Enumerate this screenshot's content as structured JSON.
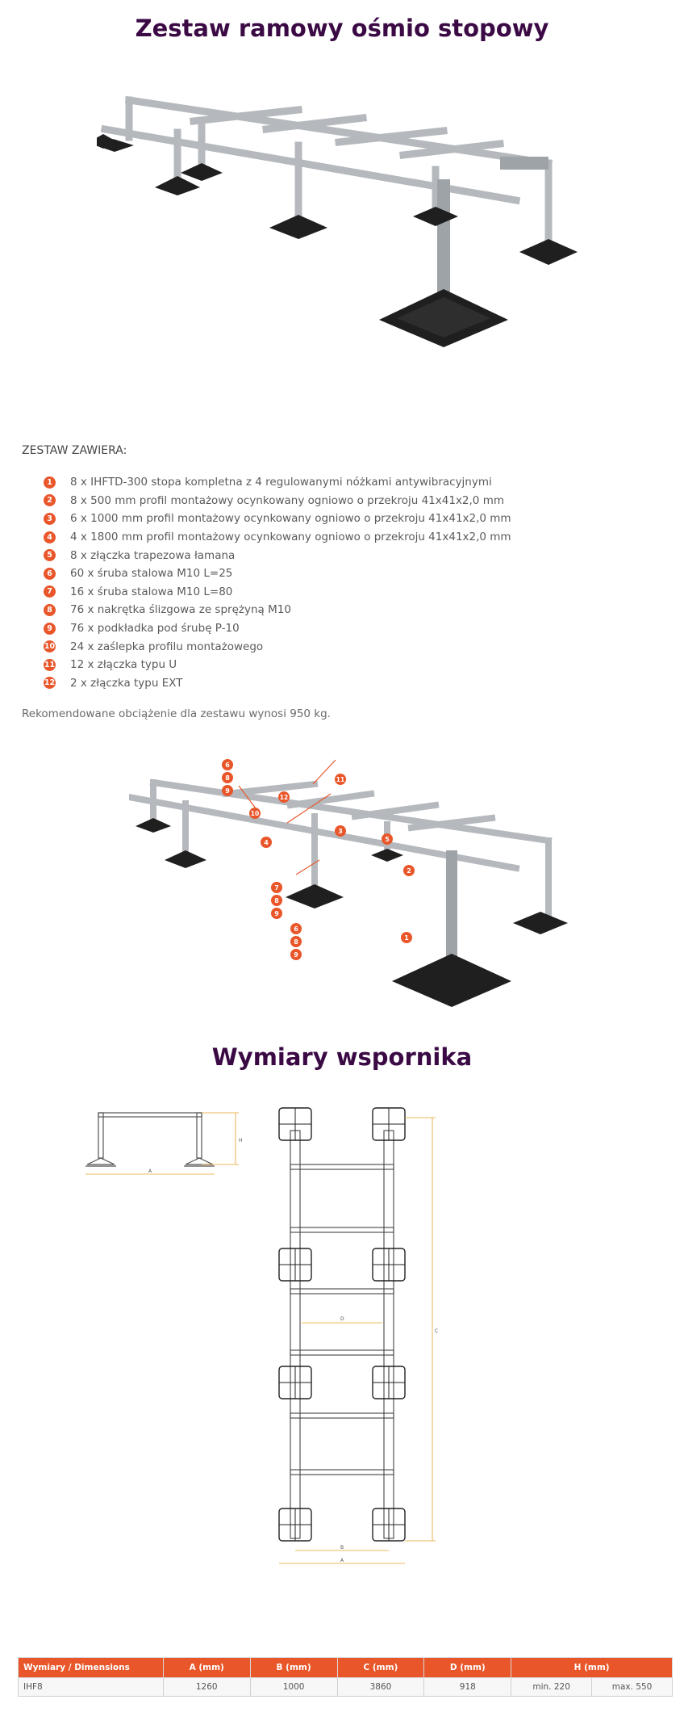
{
  "header": {
    "title": "Zestaw ramowy ośmio stopowy"
  },
  "kit": {
    "heading": "ZESTAW ZAWIERA:",
    "items": [
      {
        "num": "1",
        "text": "8 x IHFTD-300 stopa kompletna z 4 regulowanymi nóżkami antywibracyjnymi"
      },
      {
        "num": "2",
        "text": "8 x 500 mm profil montażowy ocynkowany ogniowo o przekroju 41x41x2,0 mm"
      },
      {
        "num": "3",
        "text": "6 x 1000 mm profil montażowy ocynkowany ogniowo o przekroju 41x41x2,0 mm"
      },
      {
        "num": "4",
        "text": "4 x 1800 mm profil montażowy ocynkowany ogniowo o przekroju 41x41x2,0 mm"
      },
      {
        "num": "5",
        "text": "8 x złączka trapezowa łamana"
      },
      {
        "num": "6",
        "text": "60 x śruba stalowa M10 L=25"
      },
      {
        "num": "7",
        "text": "16 x śruba stalowa M10 L=80"
      },
      {
        "num": "8",
        "text": "76 x nakrętka ślizgowa ze sprężyną M10"
      },
      {
        "num": "9",
        "text": "76 x podkładka pod śrubę P-10"
      },
      {
        "num": "10",
        "text": "24 x zaślepka profilu montażowego"
      },
      {
        "num": "11",
        "text": "12 x złączka typu U"
      },
      {
        "num": "12",
        "text": "2 x złączka typu EXT"
      }
    ],
    "note": "Rekomendowane obciążenie dla zestawu wynosi 950 kg."
  },
  "callouts": {
    "group_top": [
      "6",
      "8",
      "9"
    ],
    "c10": "10",
    "c12": "12",
    "c11": "11",
    "c4": "4",
    "c3": "3",
    "c5": "5",
    "c2": "2",
    "c1": "1",
    "group_mid": [
      "7",
      "8",
      "9"
    ],
    "group_low": [
      "6",
      "8",
      "9"
    ]
  },
  "dimensions": {
    "title": "Wymiary wspornika",
    "labels": {
      "H": "H",
      "A": "A",
      "B": "B",
      "C": "C",
      "D": "D"
    }
  },
  "table": {
    "headers": [
      "Wymiary / Dimensions",
      "A (mm)",
      "B (mm)",
      "C (mm)",
      "D (mm)",
      "H (mm)"
    ],
    "row": {
      "name": "IHF8",
      "a": "1260",
      "b": "1000",
      "c": "3860",
      "d": "918",
      "h_min": "min. 220",
      "h_max": "max. 550"
    }
  },
  "colors": {
    "title": "#3b0a45",
    "accent": "#e8562a"
  }
}
